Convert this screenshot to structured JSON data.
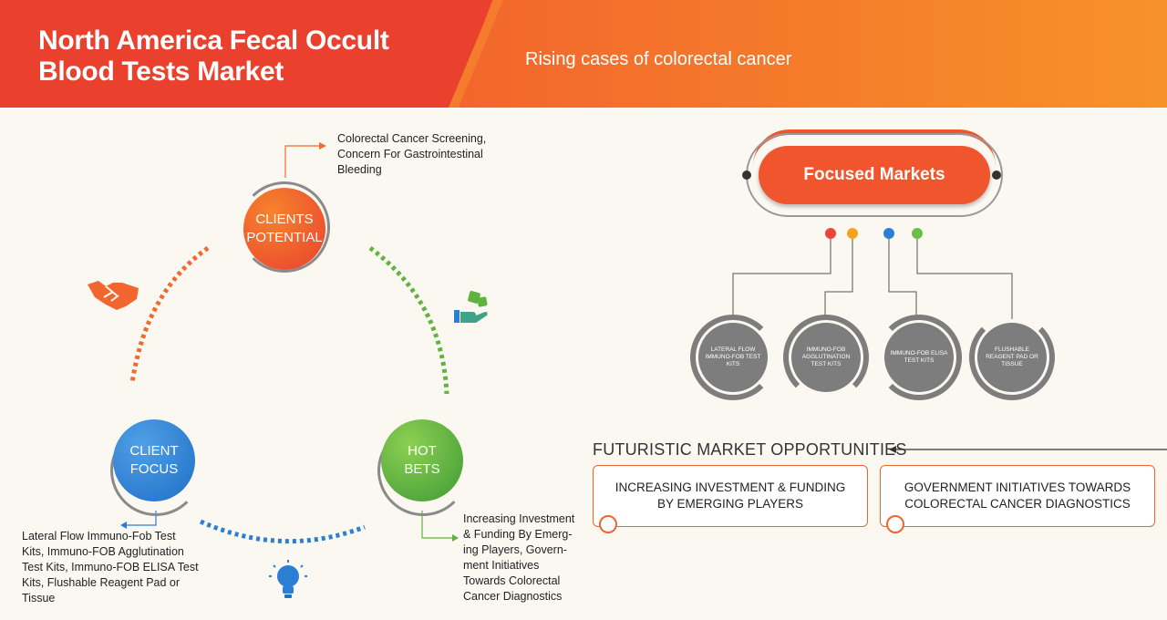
{
  "header": {
    "title_line1": "North America Fecal Occult",
    "title_line2": "Blood Tests Market",
    "subtitle": "Rising cases of colorectal cancer"
  },
  "cycle": {
    "clients_potential": {
      "line1": "CLIENTS",
      "line2": "POTENTIAL",
      "note": [
        "Colorectal Cancer Screening,",
        "Concern For Gastrointestinal",
        "Bleeding"
      ]
    },
    "client_focus": {
      "line1": "CLIENT",
      "line2": "FOCUS",
      "note": [
        "Lateral Flow Immuno-Fob Test",
        "Kits, Immuno-FOB Agglutination",
        "Test Kits, Immuno-FOB ELISA Test",
        "Kits, Flushable Reagent Pad or",
        "Tissue"
      ]
    },
    "hot_bets": {
      "line1": "HOT",
      "line2": "BETS",
      "note": [
        "Increasing Investment",
        "& Funding By Emerg-",
        "ing Players, Govern-",
        "ment Initiatives",
        "Towards Colorectal",
        "Cancer Diagnostics"
      ]
    },
    "icons": [
      "handshake-icon",
      "dice-hand-icon",
      "lightbulb-icon"
    ]
  },
  "focused_markets": {
    "title": "Focused Markets",
    "items": [
      {
        "label": "LATERAL FLOW IMMUNO-FOB TEST KITS",
        "dot_color": "#e8463a"
      },
      {
        "label": "IMMUNO-FOB AGGLUTINATION TEST KITS",
        "dot_color": "#f7a41d"
      },
      {
        "label": "IMMUNO-FOB ELISA TEST KITS",
        "dot_color": "#2a7fd4"
      },
      {
        "label": "FLUSHABLE REAGENT PAD OR TISSUE",
        "dot_color": "#6abf4b"
      }
    ]
  },
  "opportunities": {
    "title": "FUTURISTIC MARKET OPPORTUNITIES",
    "items": [
      "INCREASING INVESTMENT & FUNDING BY EMERGING PLAYERS",
      "GOVERNMENT INITIATIVES TOWARDS COLORECTAL CANCER DIAGNOSTICS"
    ]
  },
  "colors": {
    "accent_orange": "#f1552e",
    "blue": "#2a7fd4",
    "green": "#5fb33f",
    "grey": "#7d7d7d"
  }
}
